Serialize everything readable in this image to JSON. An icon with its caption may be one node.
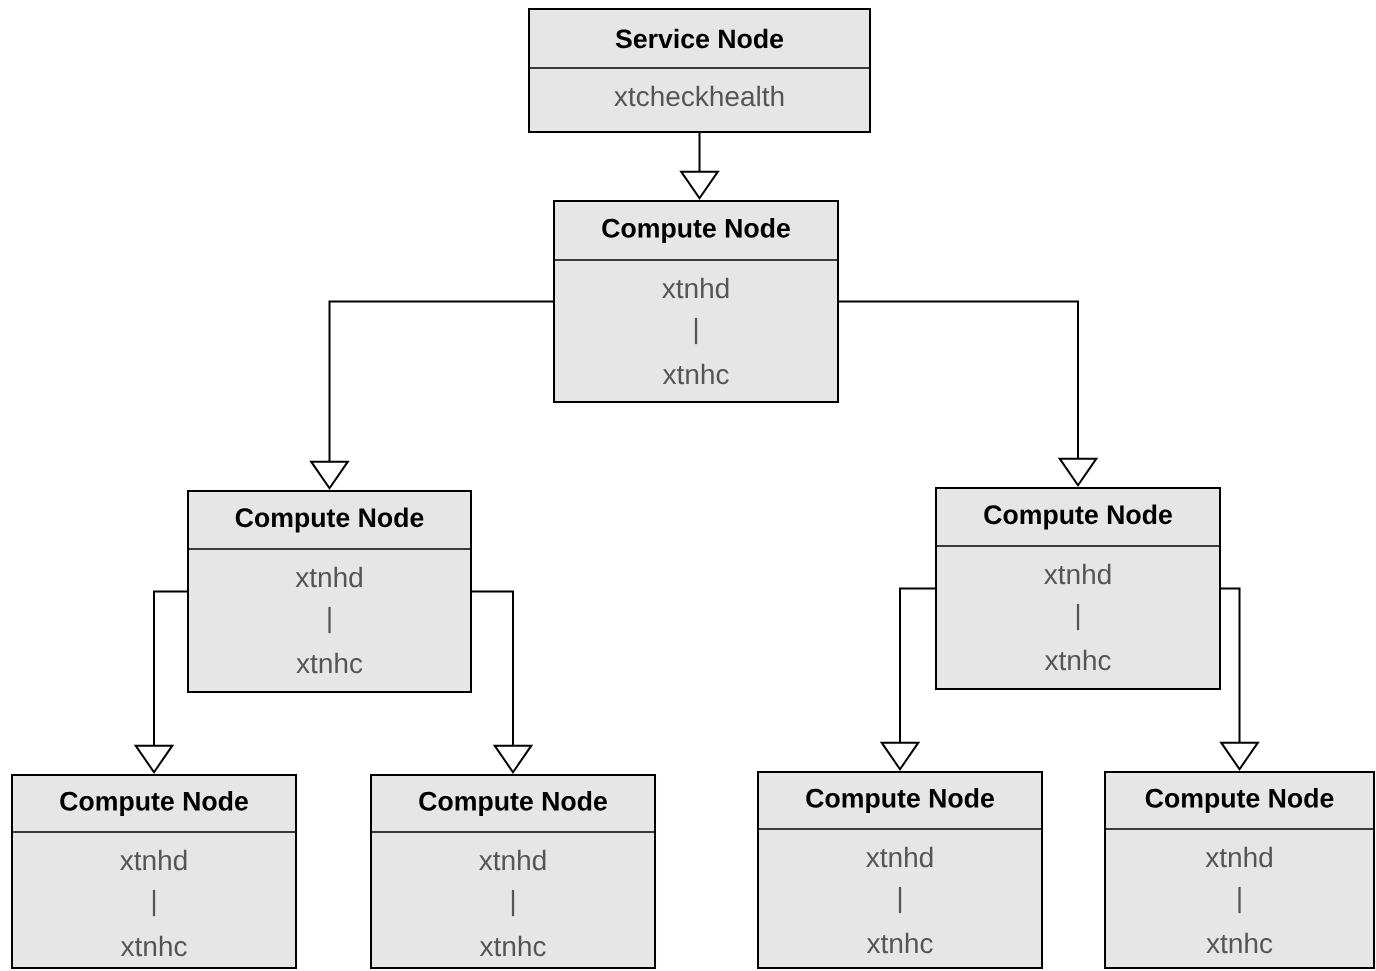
{
  "diagram": {
    "nodes": [
      {
        "text": [
          "Service Node",
          "xtcheckhealth"
        ]
      },
      {
        "text": [
          "Compute Node",
          "xtnhd",
          "|",
          "xtnhc"
        ]
      },
      {
        "text": [
          "Compute Node",
          "xtnhd",
          "|",
          "xtnhc"
        ]
      },
      {
        "text": [
          "Compute Node",
          "xtnhd",
          "|",
          "xtnhc"
        ]
      },
      {
        "text": [
          "Compute Node",
          "xtnhd",
          "|",
          "xtnhc"
        ]
      },
      {
        "text": [
          "Compute Node",
          "xtnhd",
          "|",
          "xtnhc"
        ]
      },
      {
        "text": [
          "Compute Node",
          "xtnhd",
          "|",
          "xtnhc"
        ]
      },
      {
        "text": [
          "Compute Node",
          "xtnhd",
          "|",
          "xtnhc"
        ]
      }
    ],
    "edges": [
      {
        "from": 0,
        "to": 1,
        "arrow": "to"
      },
      {
        "from": 1,
        "to": 2,
        "arrow": "to"
      },
      {
        "from": 1,
        "to": 3,
        "arrow": "to"
      },
      {
        "from": 2,
        "to": 4,
        "arrow": "to"
      },
      {
        "from": 2,
        "to": 5,
        "arrow": "to"
      },
      {
        "from": 3,
        "to": 6,
        "arrow": "to"
      },
      {
        "from": 3,
        "to": 7,
        "arrow": "to"
      }
    ]
  }
}
